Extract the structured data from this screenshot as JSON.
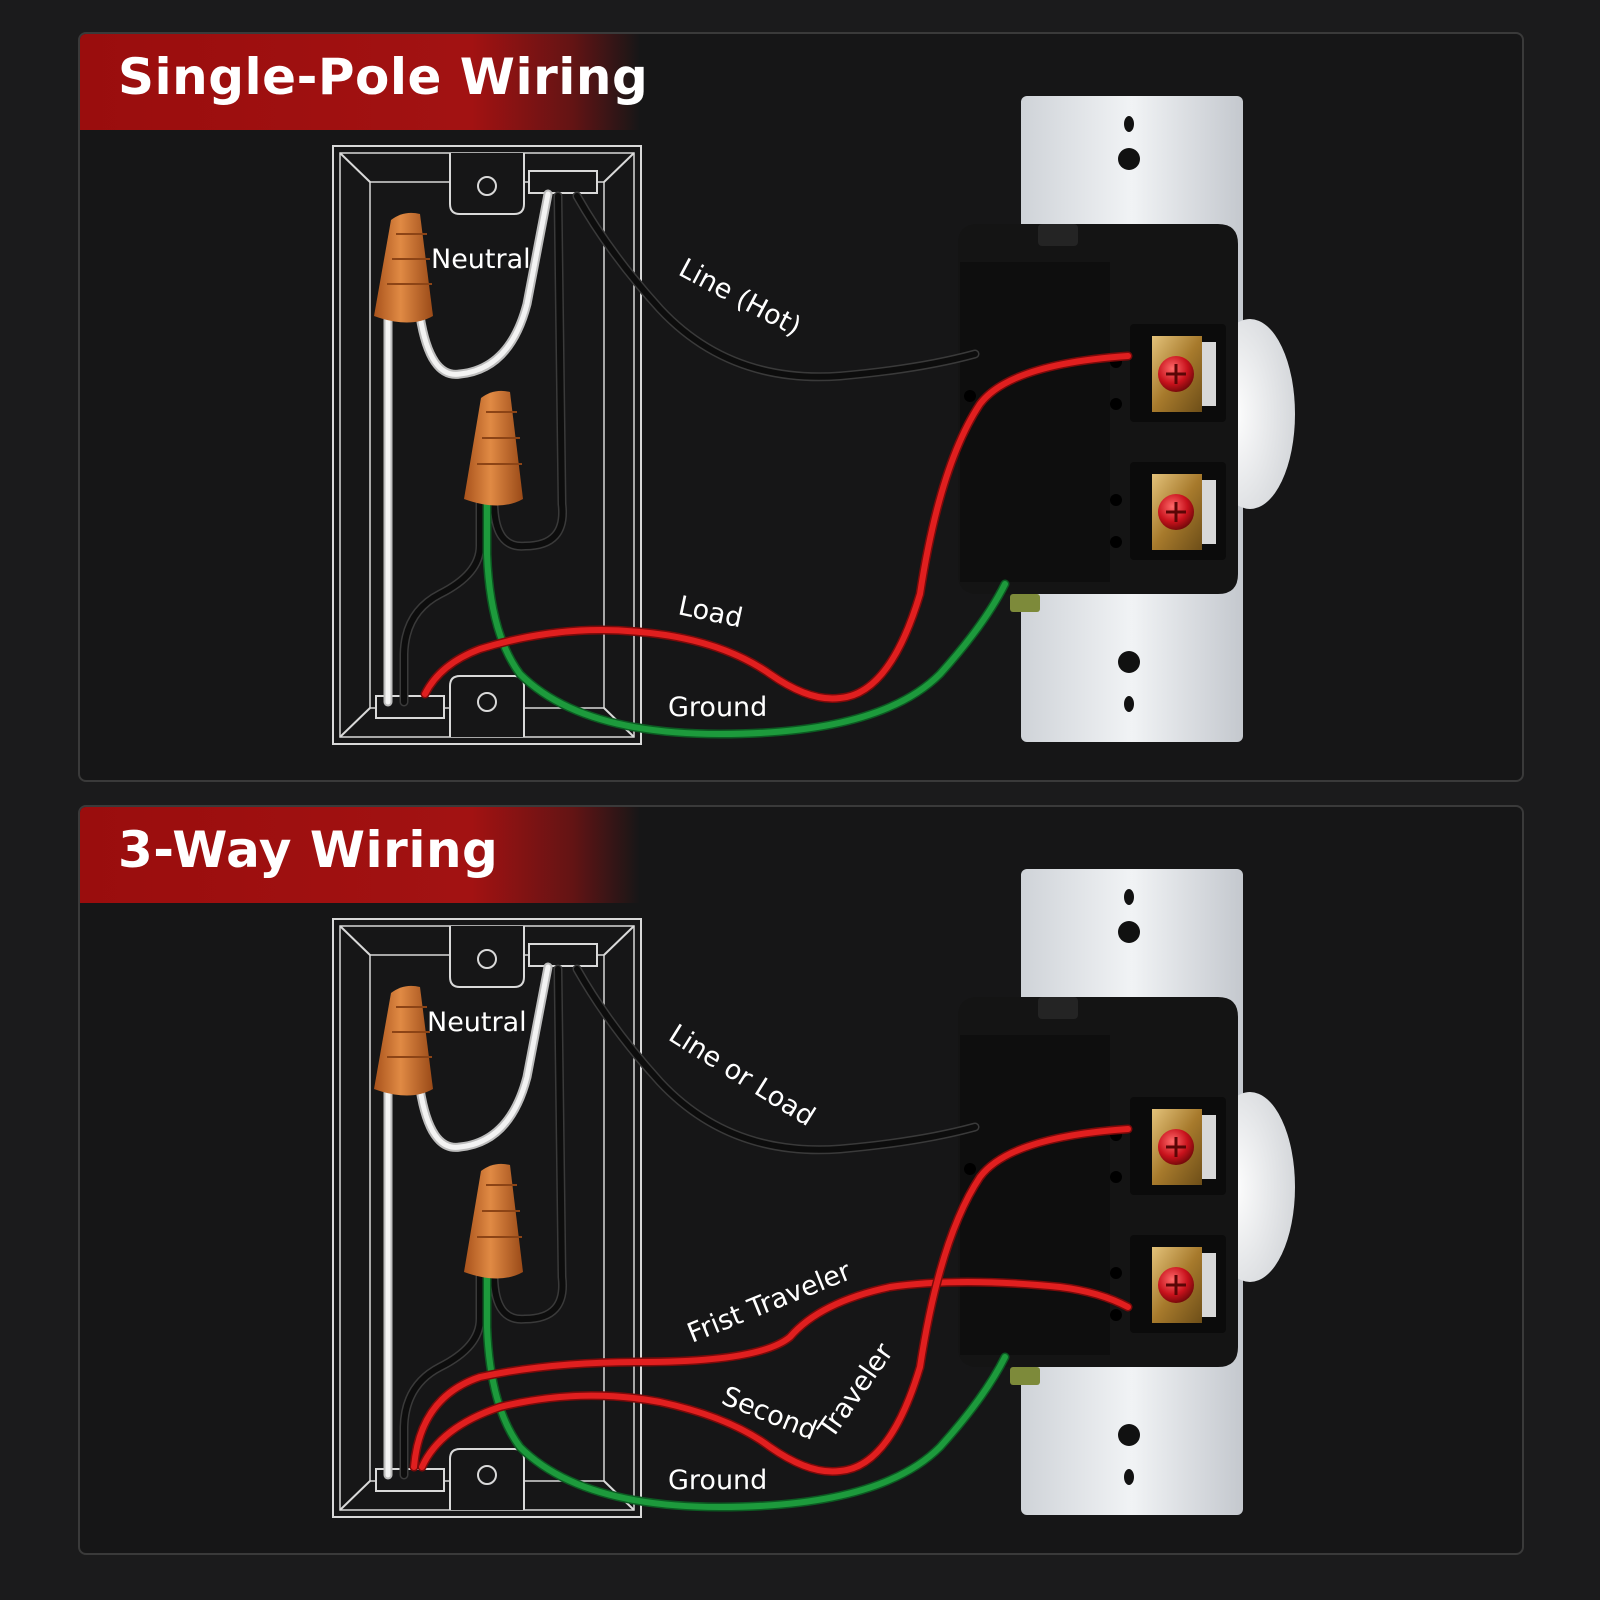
{
  "panels": [
    {
      "title": "Single-Pole Wiring",
      "labels": {
        "neutral": "Neutral",
        "line": "Line (Hot)",
        "load": "Load",
        "ground": "Ground"
      }
    },
    {
      "title": "3-Way Wiring",
      "labels": {
        "neutral": "Neutral",
        "line": "Line or Load",
        "traveler1": "Frist Traveler",
        "traveler2a": "Second",
        "traveler2b": "Traveler",
        "ground": "Ground"
      }
    }
  ],
  "colors": {
    "banner": "#a21212",
    "wire_black": "#0d0d0d",
    "wire_white": "#f2f2f2",
    "wire_red": "#e01f1f",
    "wire_green": "#1d9a3c",
    "wire_nut": "#d0722e",
    "wall_plate": "#e9ebee",
    "switch_body": "#141414",
    "terminal_brass": "#b48a3c",
    "screw_red": "#d3262e"
  },
  "icons": [
    "wire-nut-icon",
    "terminal-screw-icon",
    "ground-screw-icon"
  ]
}
